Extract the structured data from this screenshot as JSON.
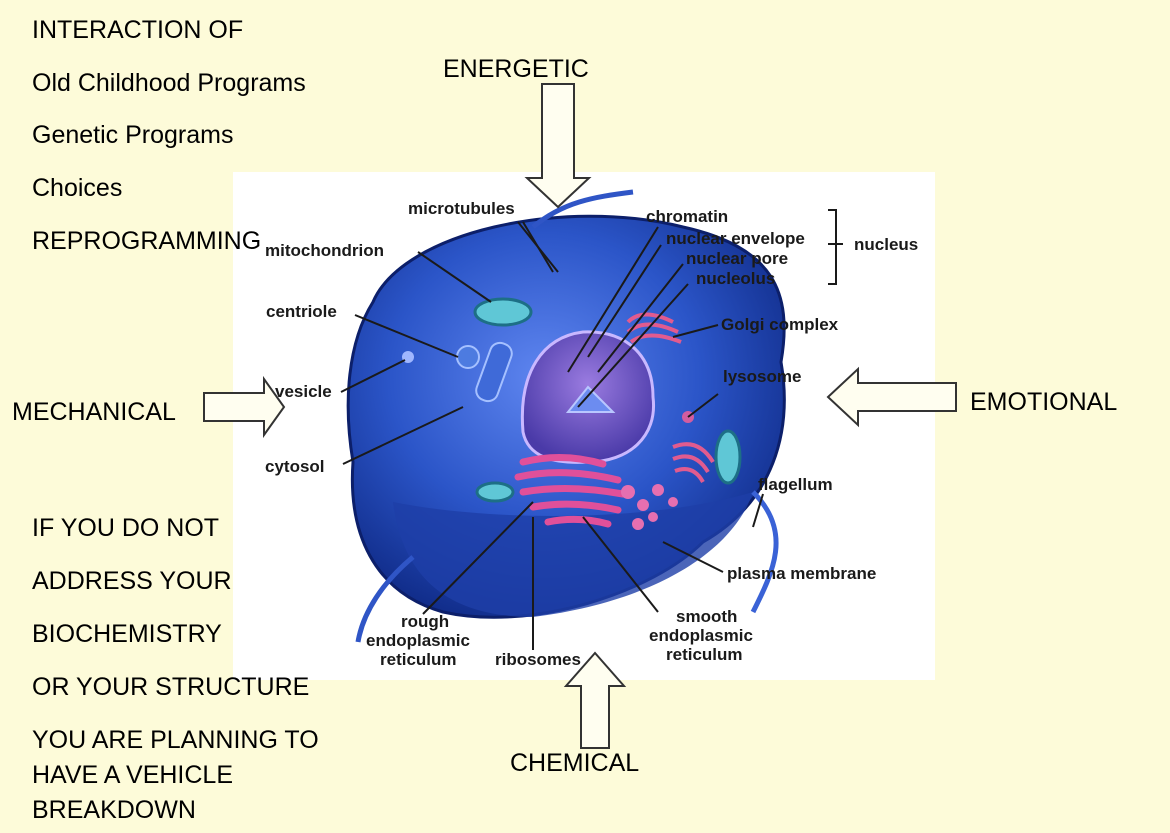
{
  "left_top": {
    "line1": "INTERACTION OF",
    "line2": "Old Childhood Programs",
    "line3": "Genetic Programs",
    "line4": "Choices",
    "line5": "REPROGRAMMING"
  },
  "left_bottom": {
    "line1": "IF YOU DO NOT",
    "line2": "ADDRESS YOUR",
    "line3": "BIOCHEMISTRY",
    "line4": "OR YOUR STRUCTURE",
    "line5": "YOU ARE PLANNING TO",
    "line6": "HAVE A VEHICLE",
    "line7": "BREAKDOWN"
  },
  "forces": {
    "top": "ENERGETIC",
    "left": "MECHANICAL",
    "right": "EMOTIONAL",
    "bottom": "CHEMICAL"
  },
  "cell_labels": {
    "microtubules": "microtubules",
    "mitochondrion": "mitochondrion",
    "centriole": "centriole",
    "vesicle": "vesicle",
    "cytosol": "cytosol",
    "chromatin": "chromatin",
    "nuclear_envelope": "nuclear envelope",
    "nuclear_pore": "nuclear pore",
    "nucleolus": "nucleolus",
    "nucleus": "nucleus",
    "golgi": "Golgi complex",
    "lysosome": "lysosome",
    "flagellum": "flagellum",
    "plasma_membrane": "plasma membrane",
    "smooth_er_1": "smooth",
    "smooth_er_2": "endoplasmic",
    "smooth_er_3": "reticulum",
    "rough_er_1": "rough",
    "rough_er_2": "endoplasmic",
    "rough_er_3": "reticulum",
    "ribosomes": "ribosomes"
  },
  "colors": {
    "background": "#fdfbd9",
    "cell_blue": "#2b55c8",
    "er_pink": "#e0509a"
  }
}
